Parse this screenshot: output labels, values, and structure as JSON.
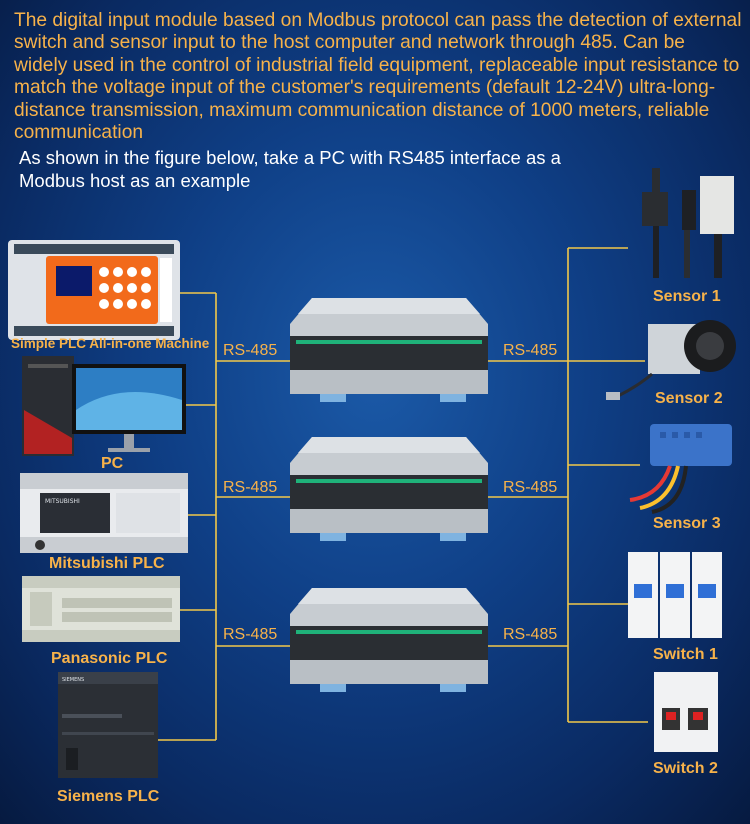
{
  "intro_text": "The digital input module based on Modbus protocol can pass the detection of external switch and sensor input to the host computer and network through 485. Can be widely used in the control of industrial field equipment, replaceable input resistance to match the voltage input of the customer's requirements (default 12-24V) ultra-long-distance transmission, maximum communication distance of 1000 meters, reliable communication",
  "subtitle": "As shown in the figure below, take a PC with RS485 interface as a Modbus host as an example",
  "hosts": [
    {
      "label": "Simple PLC All-in-one Machine"
    },
    {
      "label": "PC"
    },
    {
      "label": "Mitsubishi PLC"
    },
    {
      "label": "Panasonic PLC"
    },
    {
      "label": "Siemens PLC"
    }
  ],
  "bus_labels_left": [
    "RS-485",
    "RS-485",
    "RS-485"
  ],
  "bus_labels_right": [
    "RS-485",
    "RS-485",
    "RS-485"
  ],
  "field_devices": [
    {
      "label": "Sensor 1"
    },
    {
      "label": "Sensor 2"
    },
    {
      "label": "Sensor 3"
    },
    {
      "label": "Switch 1"
    },
    {
      "label": "Switch 2"
    }
  ],
  "device_logos": {
    "mitsubishi": "MITSUBISHI",
    "siemens": "SIEMENS"
  },
  "colors": {
    "label": "#f7b24a",
    "wire": "#f2c84a",
    "text": "#ffffff"
  }
}
